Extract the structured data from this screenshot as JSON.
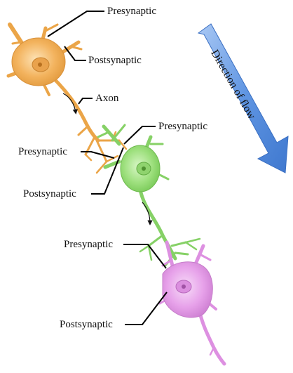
{
  "labels": {
    "presynaptic_1": "Presynaptic",
    "postsynaptic_1": "Postsynaptic",
    "axon": "Axon",
    "presynaptic_2": "Presynaptic",
    "presynaptic_3": "Presynaptic",
    "postsynaptic_2": "Postsynaptic",
    "presynaptic_4": "Presynaptic",
    "postsynaptic_3": "Postsynaptic"
  },
  "direction_label": "Direction of flow",
  "colors": {
    "neuron_1": "#f3b35e",
    "neuron_2": "#9ee07e",
    "neuron_3": "#e7a2ea",
    "arrow": "#5a8fe0",
    "leader_lines": "#000000"
  }
}
